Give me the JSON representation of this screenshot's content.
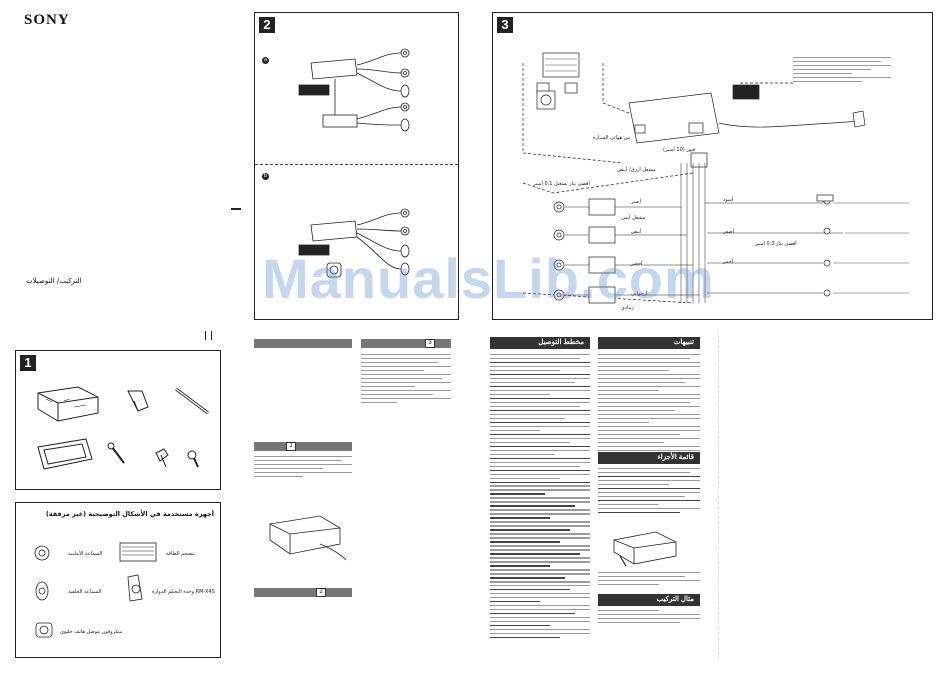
{
  "header": {
    "brand": "SONY",
    "subtitle": "التركيب/ التوصيلات"
  },
  "sections": {
    "fig1": "1",
    "fig2": "2",
    "fig3": "3",
    "fig2_sub_a": "a",
    "fig2_sub_b": "b"
  },
  "parts_list_box": {
    "title": "أجهزة مستخدمة في الأشكال التوضيحية (غير مرفقة)",
    "items": [
      "السماعة الأمامية",
      "مضخم الطاقة",
      "السماعة الخلفية",
      "وحدة التحكم الدوارة RM-X4S",
      "ميكروفون موصل هاتف خليوي"
    ]
  },
  "diagram3": {
    "labels": [
      "من هوائي السيارة",
      "فيوز (10 أمبير)",
      "مشعل أزرق/ أبيض",
      "أقصى تيار تشغيل 0.1 أمبير",
      "أيسر",
      "مشعل أيمن",
      "أبيض",
      "أخضر",
      "أرجواني",
      "رمادي",
      "أسود",
      "أصفر",
      "أحمر",
      "أقصى تيار 0.3 أمبير"
    ]
  },
  "columns": {
    "mid_left_header": "",
    "mid_left_num": "3",
    "mid_right_header": "مخطط التوصيل",
    "mid_right_num": "3",
    "right_header": "تنبيهات",
    "parts_list_header": "قائمة الأجزاء",
    "parts_list_num": "1",
    "install_header": "مثال التركيب",
    "install_num": "2",
    "sub_install_num": "1",
    "sub_install_num2": "2"
  },
  "watermark": "ManualsLib.com",
  "colors": {
    "ink": "#111111",
    "bar": "#777777",
    "dark_bar": "#333333",
    "watermark": "#5a8cd2"
  }
}
